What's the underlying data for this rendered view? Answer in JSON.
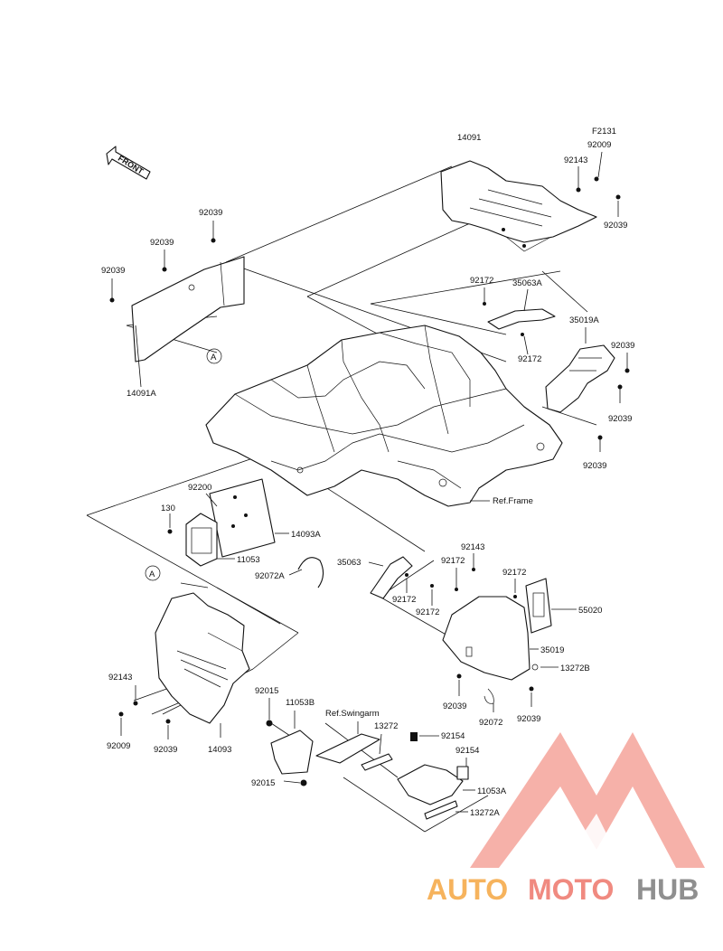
{
  "front_arrow": {
    "label": "FRONT"
  },
  "callout_a_upper": "A",
  "callout_a_lower": "A",
  "labels": {
    "f2131": "F2131",
    "p92009_top": "92009",
    "p92143_top": "92143",
    "p14091": "14091",
    "p92039_r1": "92039",
    "p92039_l1": "92039",
    "p92039_l2": "92039",
    "p92039_l3": "92039",
    "p14091a": "14091A",
    "p92172_a": "92172",
    "p35063a": "35063A",
    "p35019a": "35019A",
    "p92172_b": "92172",
    "p92039_r2": "92039",
    "p92039_r3": "92039",
    "p92039_r4": "92039",
    "ref_frame": "Ref.Frame",
    "p92200": "92200",
    "p130": "130",
    "p14093a": "14093A",
    "p11053": "11053",
    "p92072a": "92072A",
    "p35063": "35063",
    "p92143_m": "92143",
    "p92172_c": "92172",
    "p92172_d": "92172",
    "p92172_e": "92172",
    "p92172_f": "92172",
    "p55020": "55020",
    "p35019": "35019",
    "p13272b": "13272B",
    "p92143_l": "92143",
    "p92009_l": "92009",
    "p92039_b1": "92039",
    "p14093": "14093",
    "p92039_b2": "92039",
    "p92072": "92072",
    "p92039_b3": "92039",
    "p92015_a": "92015",
    "p11053b": "11053B",
    "ref_swingarm": "Ref.Swingarm",
    "p13272": "13272",
    "p92154_a": "92154",
    "p92154_b": "92154",
    "p92015_b": "92015",
    "p11053a": "11053A",
    "p13272a": "13272A"
  },
  "watermark": {
    "auto": "AUTO",
    "moto": "MOTO",
    "hub": "HUB"
  },
  "colors": {
    "ink": "#111111",
    "wm_orange": "#f6b35d",
    "wm_red": "#f08a80",
    "wm_gray": "#8f8f8f"
  }
}
